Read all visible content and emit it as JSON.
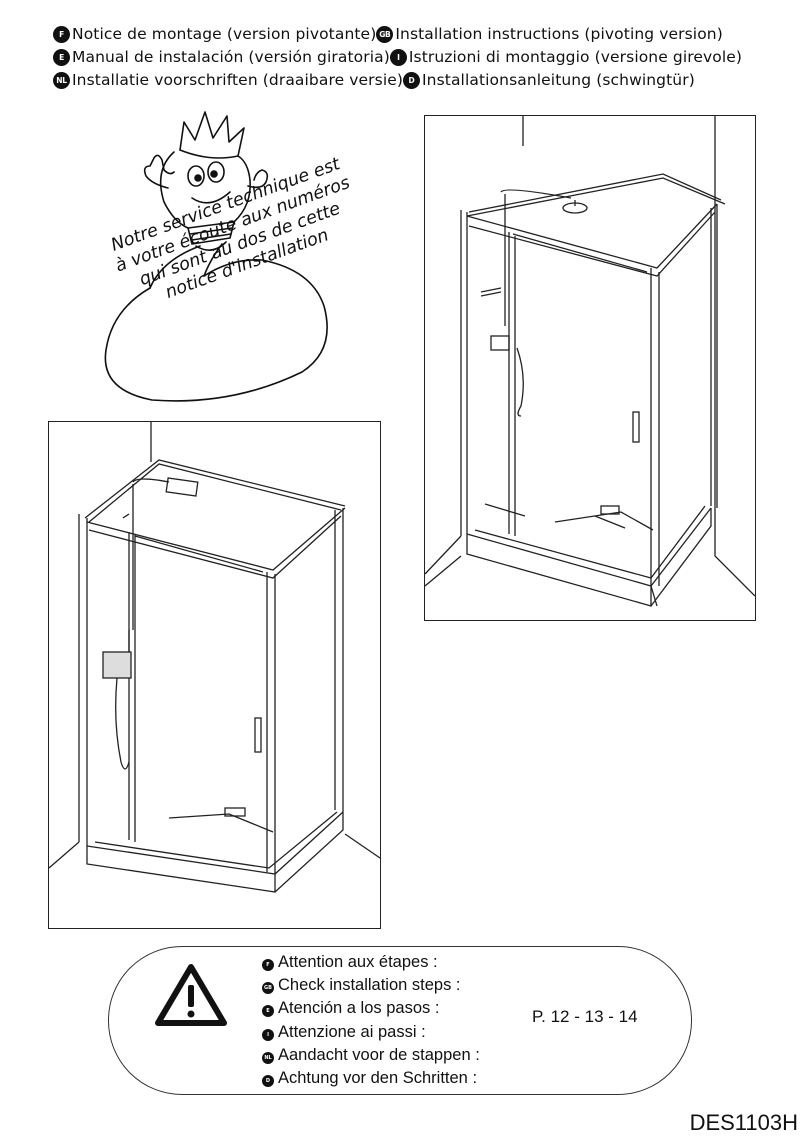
{
  "titles": [
    {
      "lang1": "F",
      "text1": "Notice de montage (version pivotante)",
      "lang2": "GB",
      "text2": "Installation instructions (pivoting version)"
    },
    {
      "lang1": "E",
      "text1": "Manual de instalación (versión giratoria)",
      "lang2": "I",
      "text2": "Istruzioni di montaggio (versione girevole)"
    },
    {
      "lang1": "NL",
      "text1": "Installatie voorschriften (draaibare versie)",
      "lang2": "D",
      "text2": "Installationsanleitung (schwingtür)"
    }
  ],
  "bubble": {
    "lines": [
      "Notre service technique est",
      "à votre écoute aux numéros",
      "qui sont au dos de cette",
      "notice d'installation"
    ]
  },
  "warning": {
    "icon": "warning-triangle-icon",
    "steps": [
      {
        "lang": "F",
        "text": "Attention aux étapes :"
      },
      {
        "lang": "GB",
        "text": "Check installation steps :"
      },
      {
        "lang": "E",
        "text": "Atención a los pasos :"
      },
      {
        "lang": "I",
        "text": "Attenzione ai passi :"
      },
      {
        "lang": "NL",
        "text": "Aandacht voor de stappen :"
      },
      {
        "lang": "D",
        "text": "Achtung vor den Schritten :"
      }
    ],
    "pages": "P.  12 - 13 - 14"
  },
  "doc_ref": "DES1103H"
}
